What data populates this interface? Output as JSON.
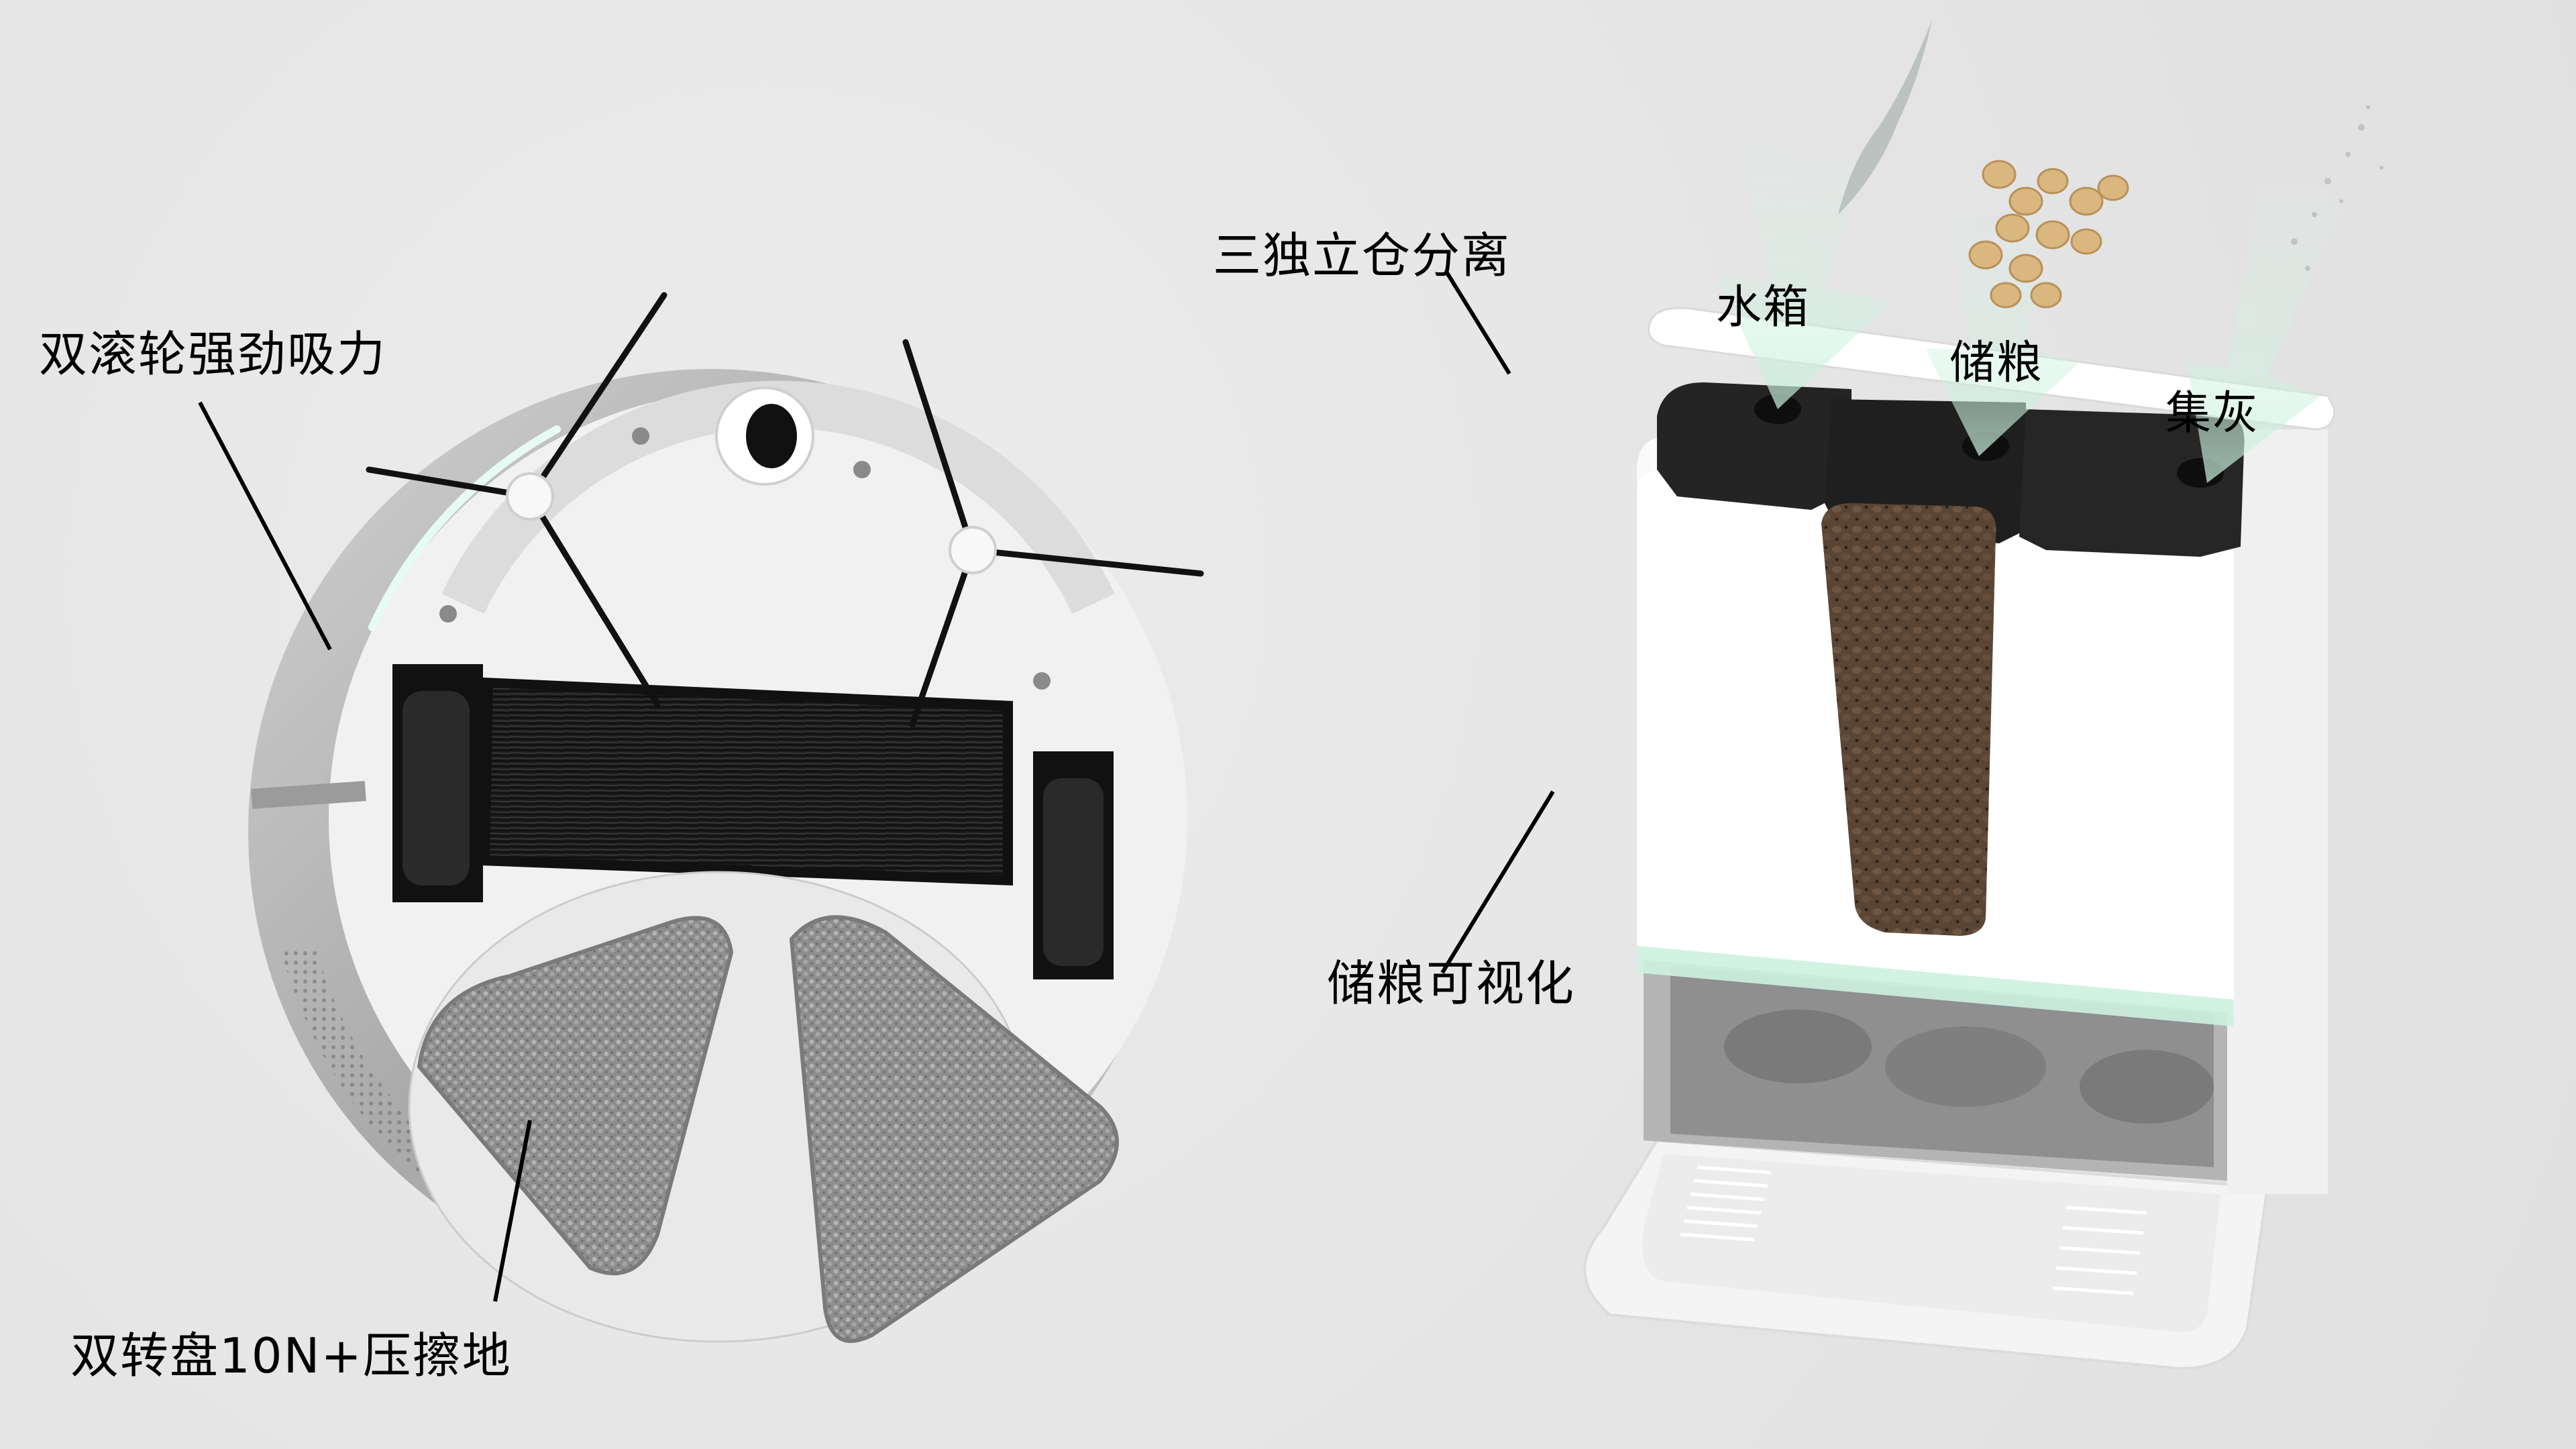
{
  "labels": {
    "robot_suction": "双滚轮强劲吸力",
    "robot_mop": "双转盘10N+压擦地",
    "station_separation": "三独立仓分离",
    "station_visible": "储粮可视化",
    "bin_water": "水箱",
    "bin_food": "储粮",
    "bin_dust": "集灰"
  },
  "colors": {
    "background": "#e6e6e6",
    "mint_accent": "#d9f5e8",
    "mint_glow": "#c8f0dc",
    "food_brown": "#5a4535",
    "kibble": "#d9b77e",
    "robot_shell": "#b5b5b5",
    "robot_face": "#f2f2f2",
    "brush_black": "#1a1a1a",
    "mop_grey": "#8a8a8a",
    "station_white": "#fbfbfb",
    "bin_black": "#232323"
  }
}
